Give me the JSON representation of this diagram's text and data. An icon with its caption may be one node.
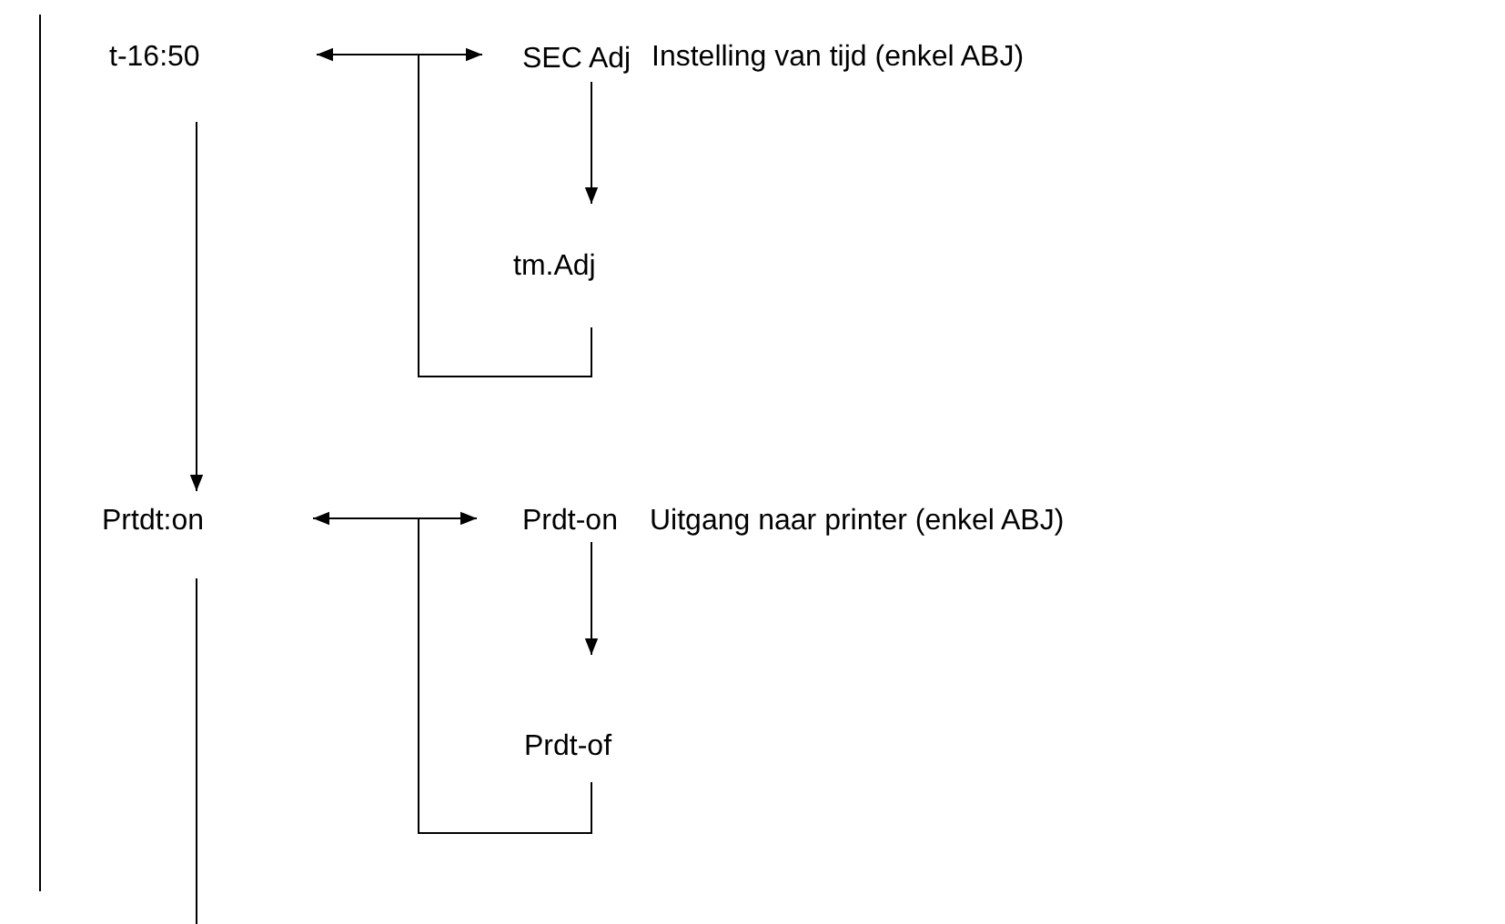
{
  "diagram": {
    "nodes": [
      {
        "text": [
          "t-16:50"
        ]
      },
      {
        "text": [
          "SEC Adj"
        ]
      },
      {
        "text": [
          "tm.Adj"
        ]
      },
      {
        "text": [
          "Prtdt:on"
        ]
      },
      {
        "text": [
          "Prdt-on"
        ]
      },
      {
        "text": [
          "Prdt-of"
        ]
      }
    ],
    "edges": [
      {
        "from": 0,
        "to": 1,
        "arrow": "both"
      },
      {
        "from": 1,
        "to": 2,
        "arrow": "to"
      },
      {
        "from": 2,
        "to": 0,
        "arrow": "none"
      },
      {
        "from": 0,
        "to": 3,
        "arrow": "to"
      },
      {
        "from": 3,
        "to": 4,
        "arrow": "both"
      },
      {
        "from": 4,
        "to": 5,
        "arrow": "to"
      },
      {
        "from": 5,
        "to": 3,
        "arrow": "none"
      },
      {
        "from": 3,
        "to": null,
        "arrow": "none"
      }
    ],
    "labels": [
      "Instelling van tijd (enkel ABJ)",
      "Uitgang naar printer (enkel ABJ)"
    ]
  }
}
